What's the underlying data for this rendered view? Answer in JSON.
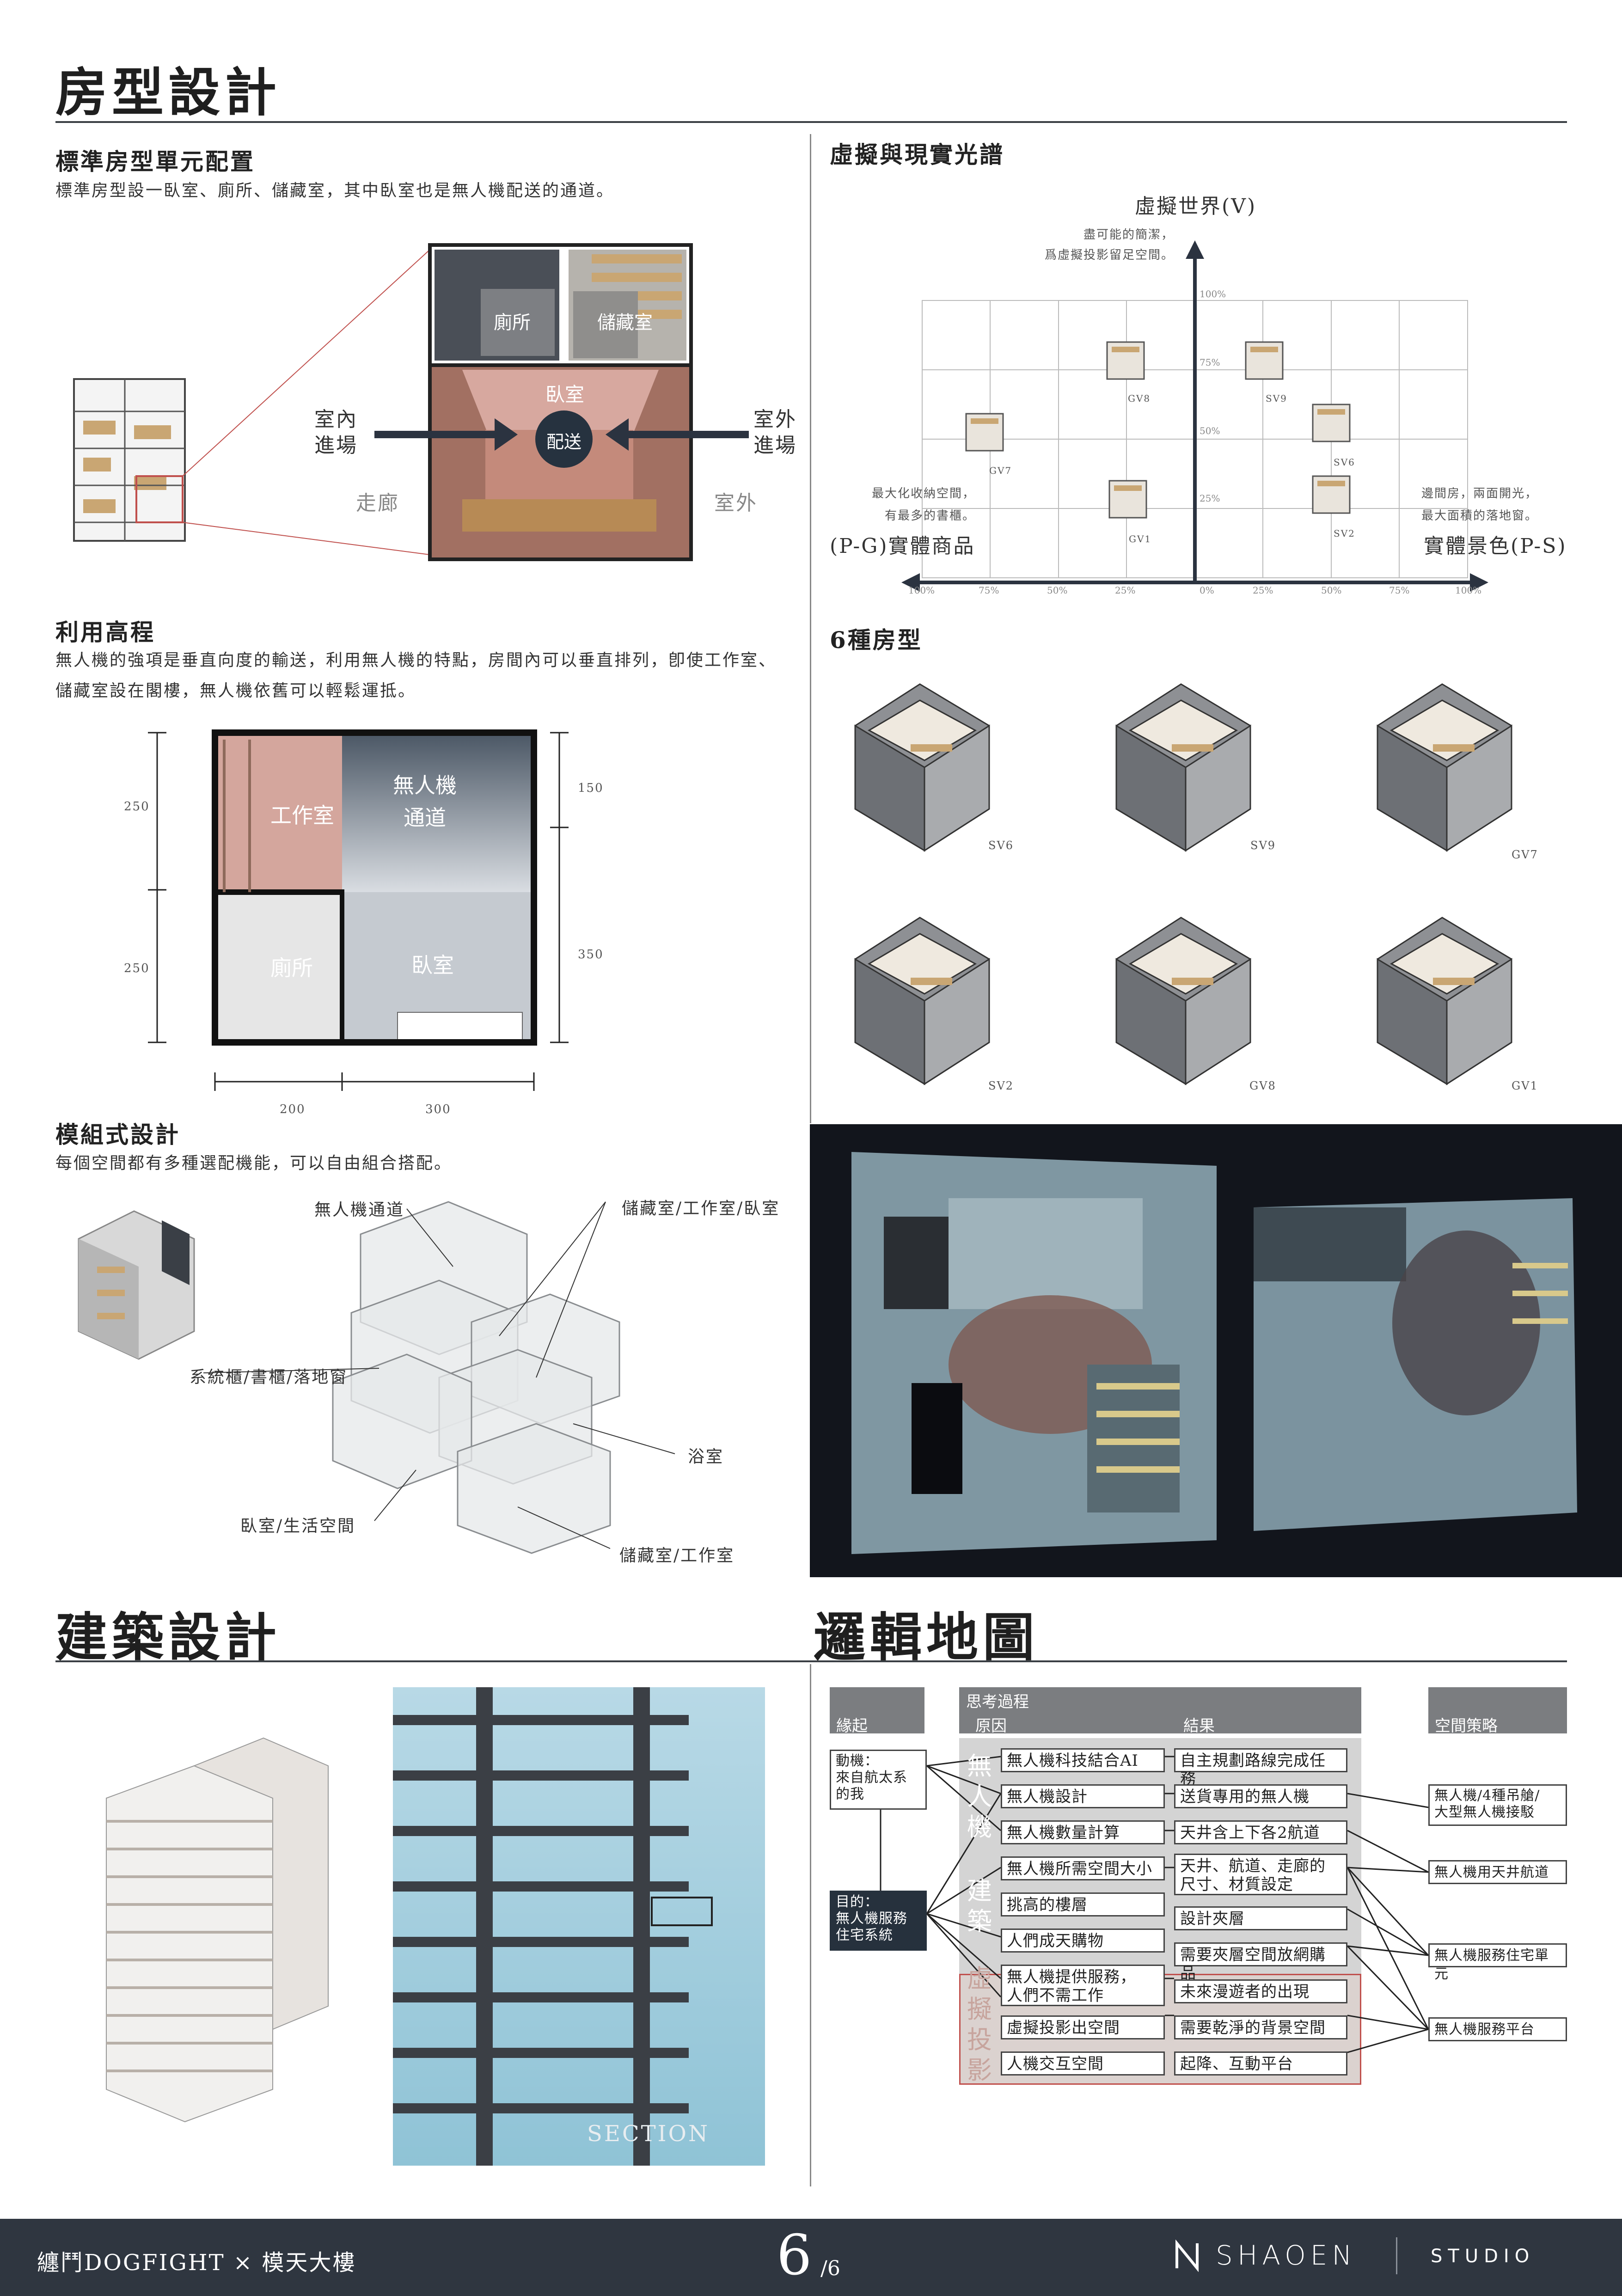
{
  "sections": {
    "room_design": "房型設計",
    "architecture": "建築設計",
    "logic_map": "邏輯地圖"
  },
  "standard_unit": {
    "title": "標準房型單元配置",
    "desc": "標準房型設一臥室、廁所、儲藏室，其中臥室也是無人機配送的通道。",
    "labels": {
      "toilet": "廁所",
      "storage": "儲藏室",
      "bedroom": "臥室",
      "delivery": "配送",
      "indoor_entry": "室內\n進場",
      "outdoor_entry": "室外\n進場",
      "corridor": "走廊",
      "outdoor": "室外"
    }
  },
  "height_use": {
    "title": "利用高程",
    "desc": "無人機的強項是垂直向度的輸送，利用無人機的特點，房間內可以垂直排列，卽使工作室、儲藏室設在閣樓，無人機依舊可以輕鬆運抵。",
    "labels": {
      "studio": "工作室",
      "drone_channel": "無人機\n通道",
      "toilet": "廁所",
      "bedroom": "臥室"
    },
    "dims": {
      "left_top": "250",
      "left_bottom": "250",
      "right_top": "150",
      "right_bottom": "350",
      "bottom_left": "200",
      "bottom_right": "300"
    }
  },
  "modular": {
    "title": "模組式設計",
    "desc": "每個空間都有多種選配機能，可以自由組合搭配。",
    "labels": {
      "drone_channel": "無人機通道",
      "storage_studio_bed": "儲藏室/工作室/臥室",
      "cabinet": "系統櫃/書櫃/落地窗",
      "bath": "浴室",
      "bed_living": "臥室/生活空間",
      "storage_studio": "儲藏室/工作室"
    }
  },
  "spectrum": {
    "title": "虛擬與現實光譜",
    "y_axis": "虛擬世界(V)",
    "y_note": "盡可能的簡潔，\n爲虛擬投影留足空間。",
    "left_axis": "(P-G)實體商品",
    "left_note": "最大化收納空間，\n有最多的書櫃。",
    "right_axis": "實體景色(P-S)",
    "right_note": "邊間房，兩面開光，\n最大面積的落地窗。",
    "y_ticks": [
      "100%",
      "75%",
      "50%",
      "25%",
      "0%"
    ],
    "x_ticks": [
      "100%",
      "75%",
      "50%",
      "25%",
      "0%",
      "25%",
      "50%",
      "75%",
      "100%"
    ],
    "units": [
      "GV8",
      "SV9",
      "SV6",
      "GV7",
      "GV1",
      "SV2"
    ]
  },
  "six_types": {
    "title": "6種房型",
    "types": [
      "SV6",
      "SV9",
      "GV7",
      "SV2",
      "GV8",
      "GV1"
    ]
  },
  "section_label": "SECTION",
  "logic": {
    "headers": {
      "origin": "緣起",
      "process": "思考過程",
      "cause": "原因",
      "result": "結果",
      "strategy": "空間策略"
    },
    "motive": "動機：\n來自航太系\n的我",
    "goal": "目的：\n無人機服務\n住宅系統",
    "causes": [
      "無人機科技結合AI",
      "無人機設計",
      "無人機數量計算",
      "無人機所需空間大小",
      "挑高的樓層",
      "人們成天購物",
      "無人機提供服務，\n人們不需工作",
      "虛擬投影出空間",
      "人機交互空間"
    ],
    "results": [
      "自主規劃路線完成任務",
      "送貨專用的無人機",
      "天井含上下各2航道",
      "天井、航道、走廊的\n尺寸、材質設定",
      "設計夾層",
      "需要夾層空間放網購品",
      "未來漫遊者的出現",
      "需要乾淨的背景空間",
      "起降、互動平台"
    ],
    "side_words": [
      "無",
      "人",
      "機",
      "建",
      "築",
      "虛",
      "擬",
      "投",
      "影"
    ],
    "strategies": [
      "無人機/4種吊艙/\n大型無人機接駁",
      "無人機用天井航道",
      "無人機服務住宅單元",
      "無人機服務平台"
    ]
  },
  "footer": {
    "project": "纏鬥DOGFIGHT × 模天大樓",
    "page": "6",
    "total": "/6",
    "brand": "SHAOEN",
    "studio": "STUDIO"
  },
  "colors": {
    "dark": "#2f3640",
    "pink": "#d9aaa3",
    "grey": "#7b7d80",
    "navy": "#243040"
  }
}
